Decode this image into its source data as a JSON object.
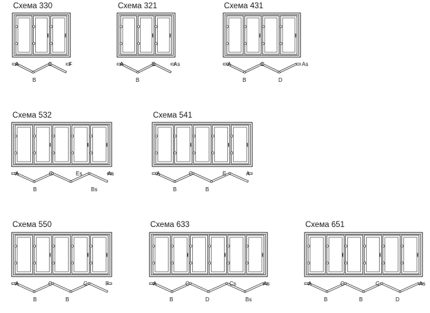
{
  "colors": {
    "line": "#333333",
    "text": "#1a1a1a",
    "background": "#ffffff"
  },
  "schemes": [
    {
      "title": "Схема 330",
      "panels": 3,
      "top_labels": [
        "A",
        "C",
        "F"
      ],
      "bottom_labels": [
        "B"
      ]
    },
    {
      "title": "Схема 321",
      "panels": 3,
      "top_labels": [
        "A",
        "E",
        "As"
      ],
      "bottom_labels": [
        "B"
      ]
    },
    {
      "title": "Схема 431",
      "panels": 4,
      "top_labels": [
        "A",
        "C",
        "As"
      ],
      "bottom_labels": [
        "B",
        "D"
      ]
    },
    {
      "title": "Схема 532",
      "panels": 5,
      "top_labels": [
        "A",
        "C",
        "Es",
        "As"
      ],
      "bottom_labels": [
        "B",
        "Bs"
      ]
    },
    {
      "title": "Схема 541",
      "panels": 5,
      "top_labels": [
        "A",
        "C",
        "E",
        "A"
      ],
      "bottom_labels": [
        "B",
        "B"
      ]
    },
    {
      "title": "Схема 550",
      "panels": 5,
      "top_labels": [
        "A",
        "C",
        "C",
        "F"
      ],
      "bottom_labels": [
        "B",
        "B"
      ]
    },
    {
      "title": "Схема 633",
      "panels": 6,
      "top_labels": [
        "A",
        "C",
        "Cs",
        "As"
      ],
      "bottom_labels": [
        "B",
        "D",
        "Bs"
      ]
    },
    {
      "title": "Схема 651",
      "panels": 6,
      "top_labels": [
        "A",
        "C",
        "C",
        "As"
      ],
      "bottom_labels": [
        "B",
        "B",
        "D"
      ]
    }
  ]
}
